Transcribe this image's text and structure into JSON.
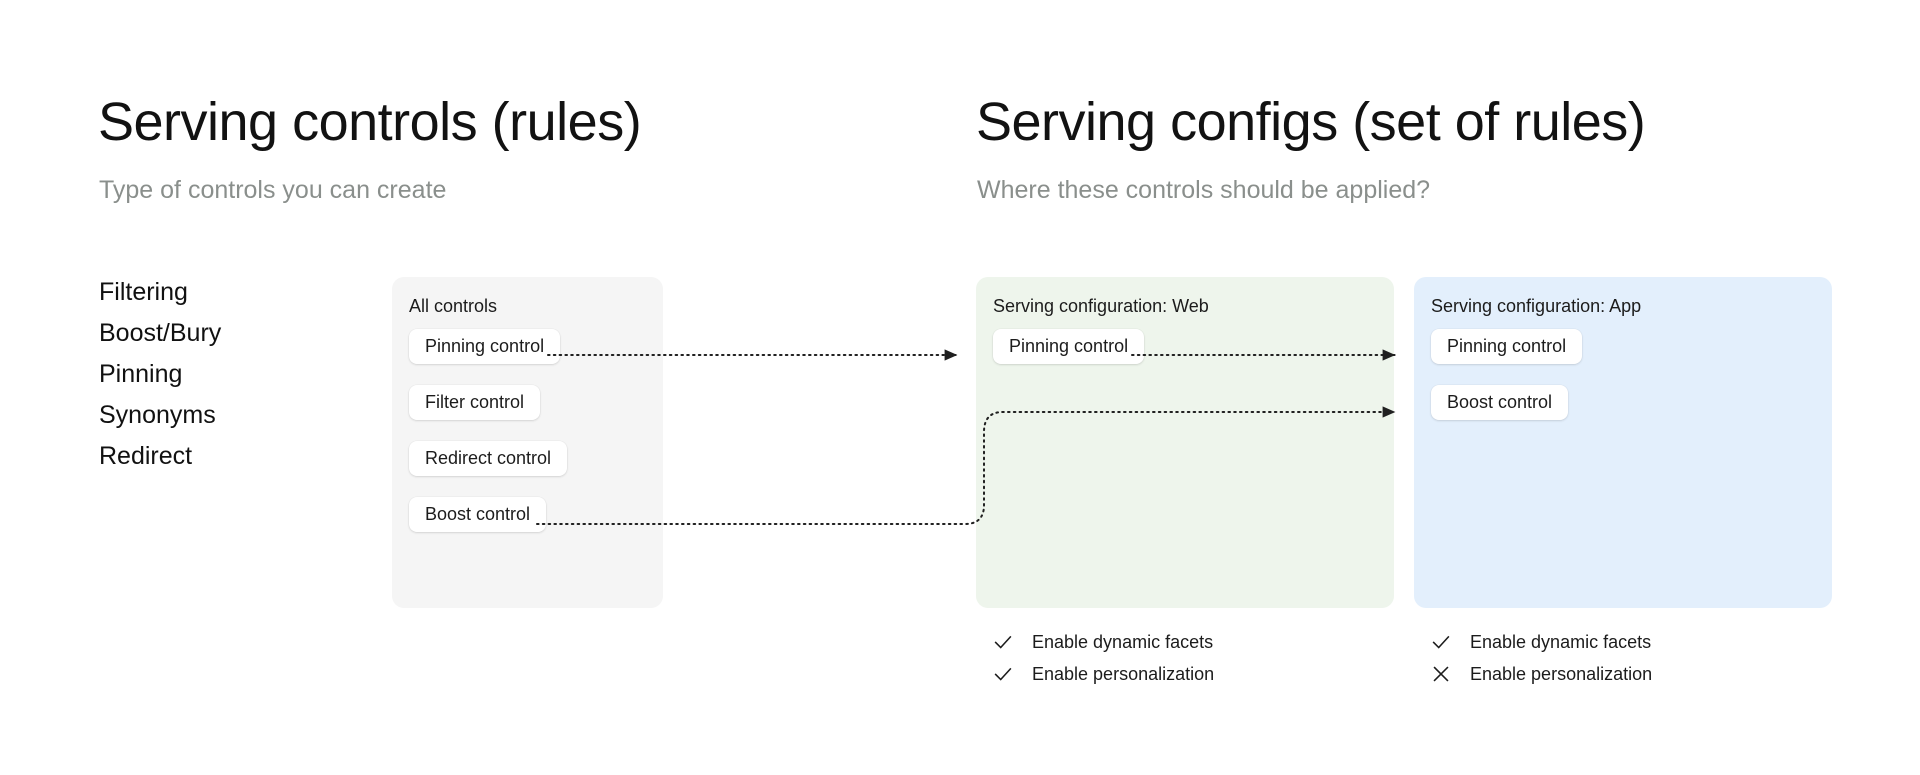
{
  "left_section": {
    "title": "Serving controls (rules)",
    "subtitle": "Type of controls you can create",
    "control_types": [
      "Filtering",
      "Boost/Bury",
      "Pinning",
      "Synonyms",
      "Redirect"
    ]
  },
  "right_section": {
    "title": "Serving configs (set of rules)",
    "subtitle": "Where these controls should be applied?"
  },
  "panels": {
    "all_controls": {
      "title": "All controls",
      "background": "#f5f5f5",
      "chips": [
        "Pinning control",
        "Filter control",
        "Redirect control",
        "Boost control"
      ]
    },
    "serving_config_web": {
      "title": "Serving configuration: Web",
      "background": "#eef5ec",
      "chips": [
        "Pinning control"
      ],
      "flags": [
        {
          "icon": "check-icon",
          "label": "Enable dynamic facets",
          "enabled": true
        },
        {
          "icon": "check-icon",
          "label": "Enable personalization",
          "enabled": true
        }
      ]
    },
    "serving_config_app": {
      "title": "Serving configuration: App",
      "background": "#e3effc",
      "chips": [
        "Pinning control",
        "Boost control"
      ],
      "flags": [
        {
          "icon": "check-icon",
          "label": "Enable dynamic facets",
          "enabled": true
        },
        {
          "icon": "cross-icon",
          "label": "Enable personalization",
          "enabled": false
        }
      ]
    }
  },
  "connectors": [
    {
      "from": "all-controls.pinning-control",
      "to": "serving-config-web.pinning-control",
      "style": "dotted-arrow"
    },
    {
      "from": "serving-config-web.pinning-control",
      "to": "serving-config-app.pinning-control",
      "style": "dotted-arrow"
    },
    {
      "from": "all-controls.boost-control",
      "to": "serving-config-app.boost-control",
      "style": "dotted-arrow-elbow"
    }
  ],
  "colors": {
    "page_background": "#ffffff",
    "panel_neutral": "#f5f5f5",
    "panel_green": "#eef5ec",
    "panel_blue": "#e3effc",
    "text_primary": "#121212",
    "text_muted": "#8a8f8c",
    "connector": "#202020"
  }
}
